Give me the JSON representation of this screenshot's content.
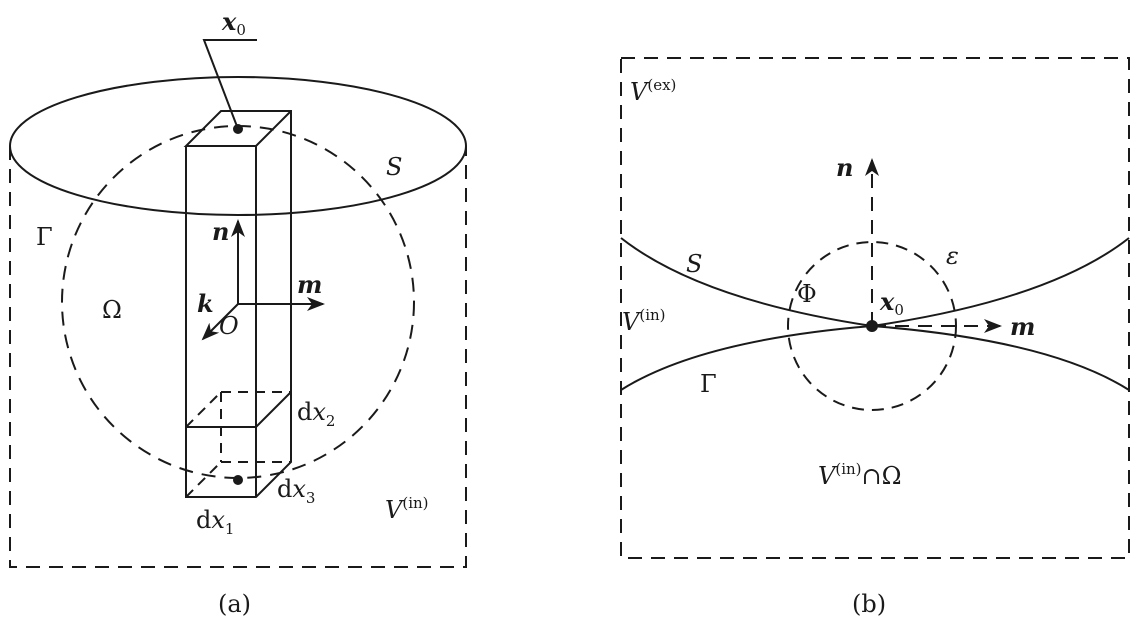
{
  "panel_a": {
    "caption": "(a)",
    "x0": {
      "base": "x",
      "sub": "0"
    },
    "S": "S",
    "Gamma": "Γ",
    "Omega": "Ω",
    "n": "n",
    "m": "m",
    "k": "k",
    "O": "O",
    "dx1": {
      "d": "d",
      "x": "x",
      "sub": "1"
    },
    "dx2": {
      "d": "d",
      "x": "x",
      "sub": "2"
    },
    "dx3": {
      "d": "d",
      "x": "x",
      "sub": "3"
    },
    "Vin": {
      "base": "V",
      "sup": "(in)"
    }
  },
  "panel_b": {
    "caption": "(b)",
    "Vex": {
      "base": "V",
      "sup": "(ex)"
    },
    "n": "n",
    "S": "S",
    "epsilon": "ε",
    "Phi": "Φ",
    "x0": {
      "base": "x",
      "sub": "0"
    },
    "Vin": {
      "base": "V",
      "sup": "(in)"
    },
    "m": "m",
    "Gamma": "Γ",
    "intersection": {
      "base": "V",
      "sup": "(in)",
      "rest": "∩Ω"
    }
  }
}
